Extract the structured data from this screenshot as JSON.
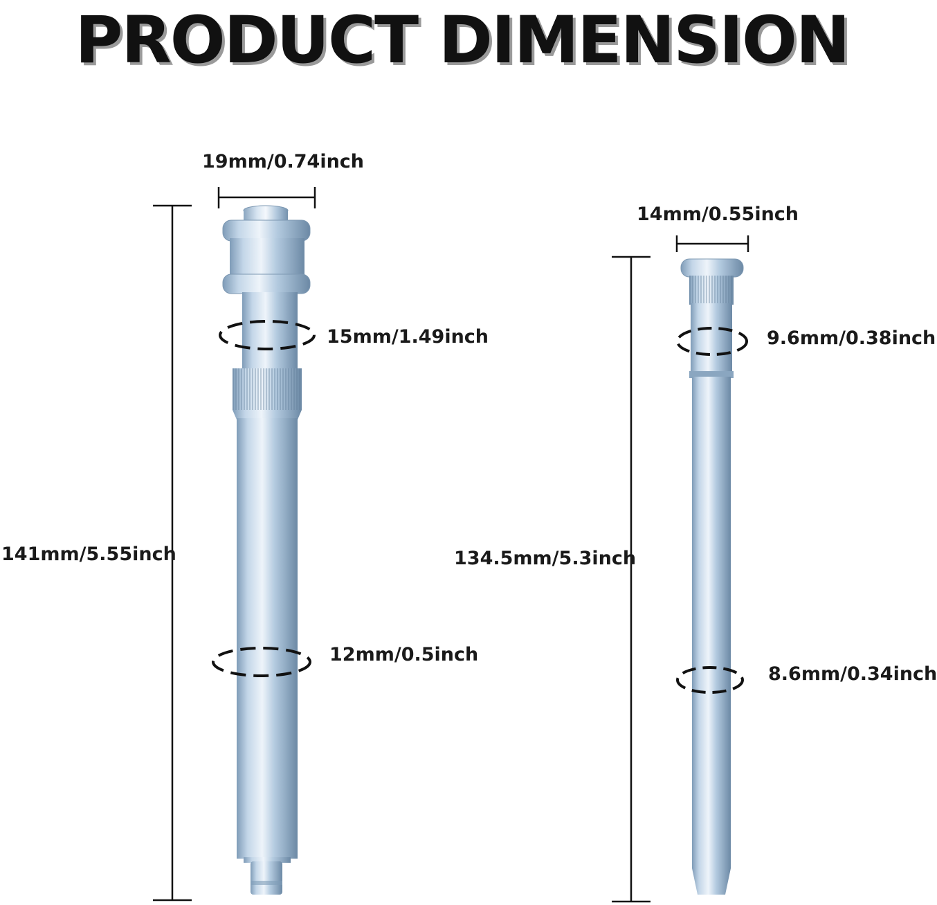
{
  "title": "PRODUCT DIMENSION",
  "colors": {
    "text": "#111111",
    "title_shadow": "#9a9a9a",
    "metal_light": "#e8f0f8",
    "metal_mid": "#a9c3db",
    "metal_dark": "#6d8aa6"
  },
  "left_pin": {
    "head_width": "19mm/0.74inch",
    "upper_diameter": "15mm/1.49inch",
    "length": "141mm/5.55inch",
    "lower_diameter": "12mm/0.5inch"
  },
  "right_pin": {
    "head_width": "14mm/0.55inch",
    "upper_diameter": "9.6mm/0.38inch",
    "length": "134.5mm/5.3inch",
    "lower_diameter": "8.6mm/0.34inch"
  }
}
